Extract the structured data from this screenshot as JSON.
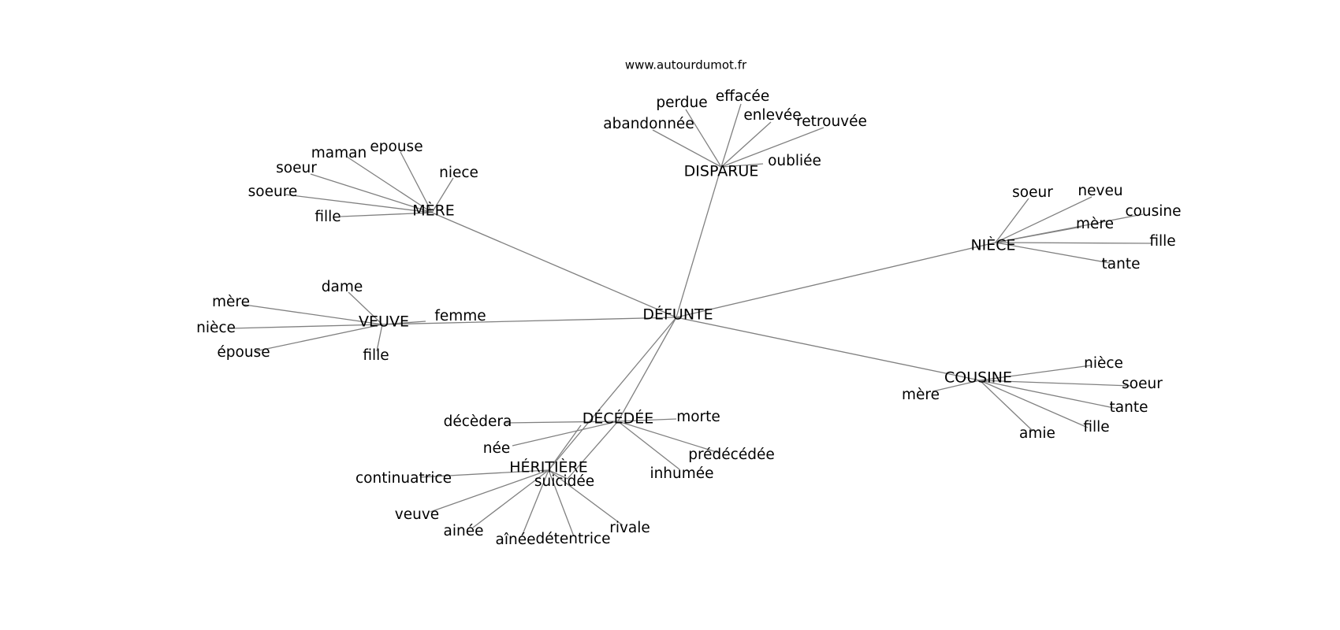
{
  "source_url": "www.autourdumot.fr",
  "center": "DÉFUNTE",
  "clusters": [
    {
      "hub": "DISPARUE",
      "words": [
        "abandonnée",
        "perdue",
        "effacée",
        "enlevée",
        "retrouvée",
        "oubliée"
      ]
    },
    {
      "hub": "MÈRE",
      "words": [
        "maman",
        "epouse",
        "niece",
        "soeur",
        "soeure",
        "fille"
      ]
    },
    {
      "hub": "NIÈCE",
      "words": [
        "soeur",
        "neveu",
        "cousine",
        "mère",
        "fille",
        "tante"
      ]
    },
    {
      "hub": "VEUVE",
      "words": [
        "dame",
        "mère",
        "nièce",
        "épouse",
        "fille",
        "femme"
      ]
    },
    {
      "hub": "COUSINE",
      "words": [
        "nièce",
        "soeur",
        "tante",
        "fille",
        "amie",
        "mère"
      ]
    },
    {
      "hub": "DÉCÉDÉE",
      "words": [
        "décèdera",
        "morte",
        "née",
        "prédécédée",
        "inhumée"
      ]
    },
    {
      "hub": "HÉRITIÈRE",
      "words": [
        "continuatrice",
        "suicidée",
        "veuve",
        "ainée",
        "aînée",
        "détentrice",
        "rivale"
      ]
    }
  ]
}
